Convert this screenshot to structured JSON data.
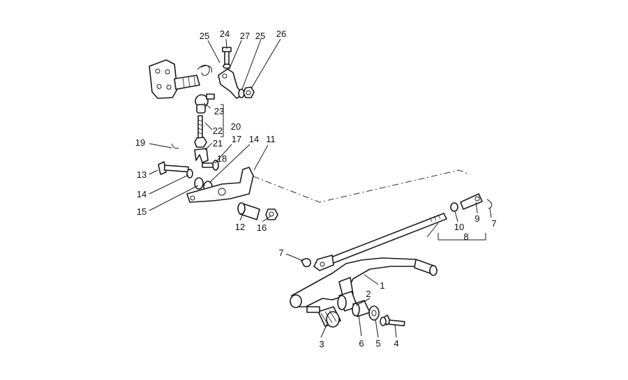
{
  "diagram": {
    "callouts": [
      {
        "id": "c1",
        "text": "1"
      },
      {
        "id": "c2",
        "text": "2"
      },
      {
        "id": "c3",
        "text": "3"
      },
      {
        "id": "c4",
        "text": "4"
      },
      {
        "id": "c5",
        "text": "5"
      },
      {
        "id": "c6",
        "text": "6"
      },
      {
        "id": "c7a",
        "text": "7"
      },
      {
        "id": "c7b",
        "text": "7"
      },
      {
        "id": "c8",
        "text": "8"
      },
      {
        "id": "c9",
        "text": "9"
      },
      {
        "id": "c10",
        "text": "10"
      },
      {
        "id": "c11",
        "text": "11"
      },
      {
        "id": "c12",
        "text": "12"
      },
      {
        "id": "c13",
        "text": "13"
      },
      {
        "id": "c14a",
        "text": "14"
      },
      {
        "id": "c14b",
        "text": "14"
      },
      {
        "id": "c15",
        "text": "15"
      },
      {
        "id": "c16",
        "text": "16"
      },
      {
        "id": "c17",
        "text": "17"
      },
      {
        "id": "c18",
        "text": "18"
      },
      {
        "id": "c19",
        "text": "19"
      },
      {
        "id": "c20",
        "text": "20"
      },
      {
        "id": "c21",
        "text": "21"
      },
      {
        "id": "c22",
        "text": "22"
      },
      {
        "id": "c23",
        "text": "23"
      },
      {
        "id": "c24",
        "text": "24"
      },
      {
        "id": "c25a",
        "text": "25"
      },
      {
        "id": "c25b",
        "text": "25"
      },
      {
        "id": "c26",
        "text": "26"
      },
      {
        "id": "c27",
        "text": "27"
      }
    ]
  }
}
